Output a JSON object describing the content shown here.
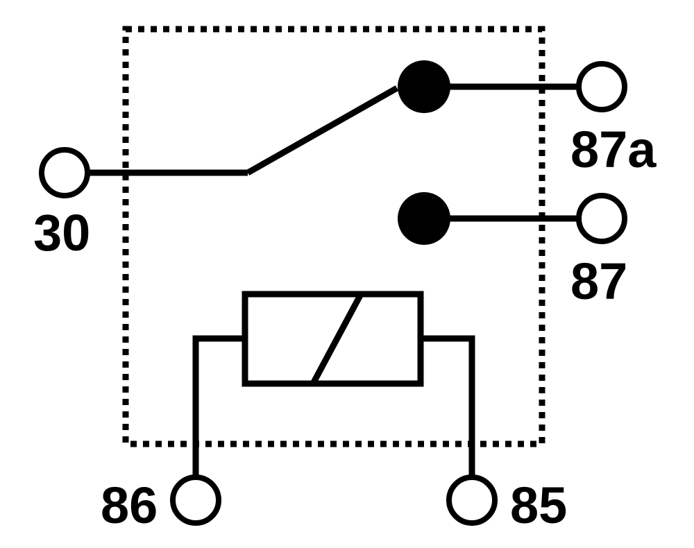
{
  "colors": {
    "ink": "#000000",
    "background": "#ffffff"
  },
  "terminals": {
    "t30": "30",
    "t87a": "87a",
    "t87": "87",
    "t86": "86",
    "t85": "85"
  }
}
